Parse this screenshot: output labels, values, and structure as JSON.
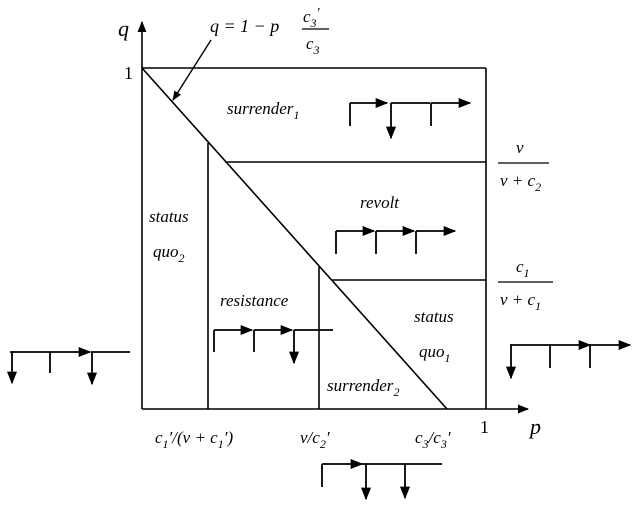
{
  "axes": {
    "x_label": "p",
    "y_label": "q",
    "x_one": "1",
    "y_one": "1"
  },
  "equation": {
    "lhs": "q = 1 − p",
    "num": "c",
    "num_sub": "3",
    "num_prime": "′",
    "den": "c",
    "den_sub": "3"
  },
  "thresholds_right": {
    "v_ratio": {
      "num": "v",
      "den": "v + c",
      "den_sub": "2"
    },
    "c1_ratio": {
      "num": "c",
      "num_sub": "1",
      "den": "v + c",
      "den_sub": "1"
    }
  },
  "x_ticks": {
    "t1": {
      "a": "c",
      "a_sub": "1",
      "b": "′/(v + c",
      "b_sub": "1",
      "c": "′)"
    },
    "t2": {
      "a": "v/c",
      "a_sub": "2",
      "b": "′"
    },
    "t3": {
      "a": "c",
      "a_sub": "3",
      "b": "/c",
      "b_sub": "3",
      "c": "′"
    }
  },
  "regions": {
    "surrender1": {
      "text": "surrender",
      "sub": "1"
    },
    "revolt": {
      "text": "revolt"
    },
    "status_quo2": {
      "line1": "status",
      "line2": "quo",
      "sub": "2"
    },
    "resistance": {
      "text": "resistance"
    },
    "status_quo1": {
      "line1": "status",
      "line2": "quo",
      "sub": "1"
    },
    "surrender2": {
      "text": "surrender",
      "sub": "2"
    }
  }
}
